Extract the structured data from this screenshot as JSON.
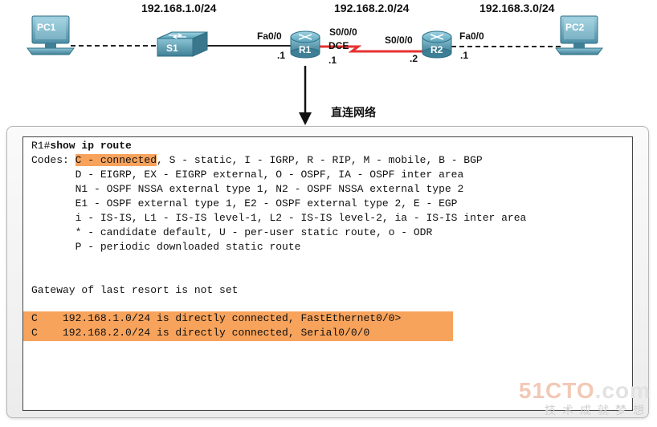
{
  "topology": {
    "networks": [
      "192.168.1.0/24",
      "192.168.2.0/24",
      "192.168.3.0/24"
    ],
    "devices": {
      "pc1": "PC1",
      "s1": "S1",
      "r1": "R1",
      "r2": "R2",
      "pc2": "PC2"
    },
    "ports": {
      "r1_fa": "Fa0/0",
      "r1_serial": "S0/0/0",
      "r1_dce": "DCE",
      "r2_serial": "S0/0/0",
      "r2_fa": "Fa0/0"
    },
    "host_suffix": {
      "r1_fa": ".1",
      "r1_serial": ".1",
      "r2_serial": ".2",
      "r2_fa": ".1"
    },
    "arrow_caption": "直连网络",
    "colors": {
      "serial_link": "#e63232",
      "highlight": "#f7a35c",
      "router": "#3f8fa6",
      "switch": "#3f8fa6",
      "pc": "#6aa9bf"
    }
  },
  "terminal": {
    "prompt": "R1#",
    "command": "show ip route",
    "codes_prefix": "Codes: ",
    "codes_highlight": "C - connected",
    "codes_rest": ", S - static, I - IGRP, R - RIP, M - mobile, B - BGP",
    "code_lines": [
      "       D - EIGRP, EX - EIGRP external, O - OSPF, IA - OSPF inter area",
      "       N1 - OSPF NSSA external type 1, N2 - OSPF NSSA external type 2",
      "       E1 - OSPF external type 1, E2 - OSPF external type 2, E - EGP",
      "       i - IS-IS, L1 - IS-IS level-1, L2 - IS-IS level-2, ia - IS-IS inter area",
      "       * - candidate default, U - per-user static route, o - ODR",
      "       P - periodic downloaded static route"
    ],
    "gateway": "Gateway of last resort is not set",
    "routes": [
      "C    192.168.1.0/24 is directly connected, FastEthernet0/0>",
      "C    192.168.2.0/24 is directly connected, Serial0/0/0"
    ]
  },
  "watermark": {
    "brand": "51CTO",
    "brand_suffix": ".com",
    "slogan": "技术成就梦想"
  }
}
